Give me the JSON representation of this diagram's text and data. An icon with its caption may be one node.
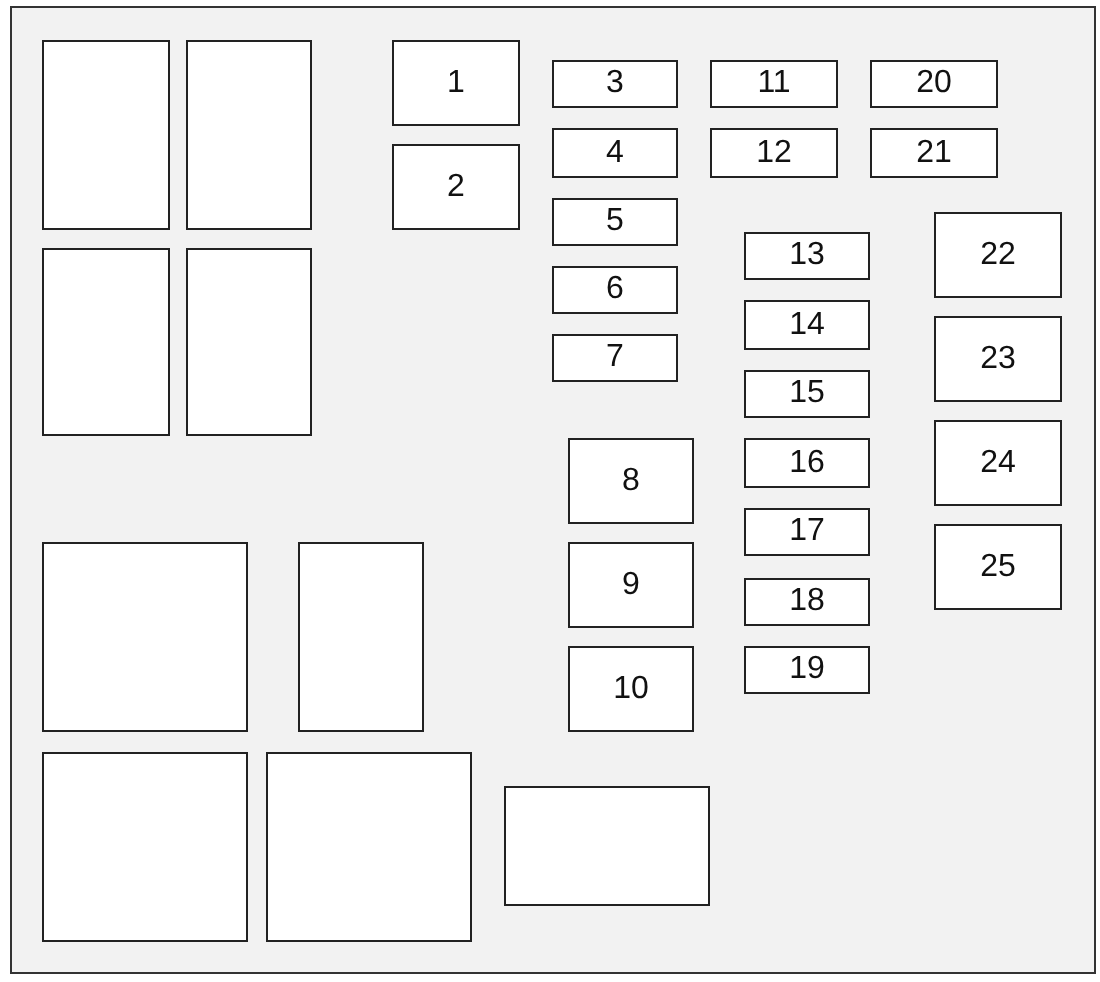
{
  "diagram": {
    "nodes": [
      {
        "text": [],
        "shape": "box"
      },
      {
        "text": [],
        "shape": "box",
        "in": 0
      },
      {
        "text": [],
        "shape": "box",
        "in": 0
      },
      {
        "text": [],
        "shape": "box",
        "in": 0
      },
      {
        "text": [],
        "shape": "box",
        "in": 0
      },
      {
        "text": [
          "1"
        ],
        "in": 0
      },
      {
        "text": [
          "2"
        ],
        "in": 0
      },
      {
        "text": [
          "3"
        ],
        "in": 0
      },
      {
        "text": [
          "4"
        ],
        "in": 0
      },
      {
        "text": [
          "5"
        ],
        "in": 0
      },
      {
        "text": [
          "6"
        ],
        "in": 0
      },
      {
        "text": [
          "7"
        ],
        "in": 0
      },
      {
        "text": [
          "8"
        ],
        "in": 0
      },
      {
        "text": [
          "9"
        ],
        "in": 0
      },
      {
        "text": [
          "10"
        ],
        "in": 0
      },
      {
        "text": [
          "11"
        ],
        "in": 0
      },
      {
        "text": [
          "12"
        ],
        "in": 0
      },
      {
        "text": [
          "13"
        ],
        "in": 0
      },
      {
        "text": [
          "14"
        ],
        "in": 0
      },
      {
        "text": [
          "15"
        ],
        "in": 0
      },
      {
        "text": [
          "16"
        ],
        "in": 0
      },
      {
        "text": [
          "17"
        ],
        "in": 0
      },
      {
        "text": [
          "18"
        ],
        "in": 0
      },
      {
        "text": [
          "19"
        ],
        "in": 0
      },
      {
        "text": [
          "20"
        ],
        "in": 0
      },
      {
        "text": [
          "21"
        ],
        "in": 0
      },
      {
        "text": [
          "22"
        ],
        "in": 0
      },
      {
        "text": [
          "23"
        ],
        "in": 0
      },
      {
        "text": [
          "24"
        ],
        "in": 0
      },
      {
        "text": [
          "25"
        ],
        "in": 0
      },
      {
        "text": [],
        "shape": "box",
        "in": 0
      },
      {
        "text": [],
        "shape": "box",
        "in": 0
      },
      {
        "text": [],
        "shape": "box",
        "in": 0
      },
      {
        "text": [],
        "shape": "box",
        "in": 0
      },
      {
        "text": [],
        "shape": "box",
        "in": 0
      }
    ]
  }
}
